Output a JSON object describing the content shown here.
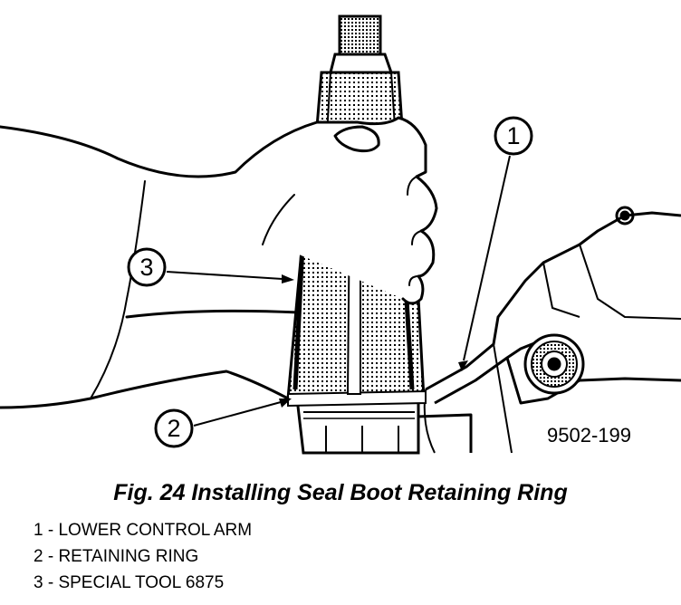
{
  "figure": {
    "callouts": [
      {
        "number": "1"
      },
      {
        "number": "2"
      },
      {
        "number": "3"
      }
    ],
    "drawing_id": "9502-199",
    "caption": "Fig. 24 Installing Seal Boot Retaining Ring"
  },
  "legend": [
    "1 - LOWER CONTROL ARM",
    "2 - RETAINING RING",
    "3 - SPECIAL TOOL 6875"
  ]
}
